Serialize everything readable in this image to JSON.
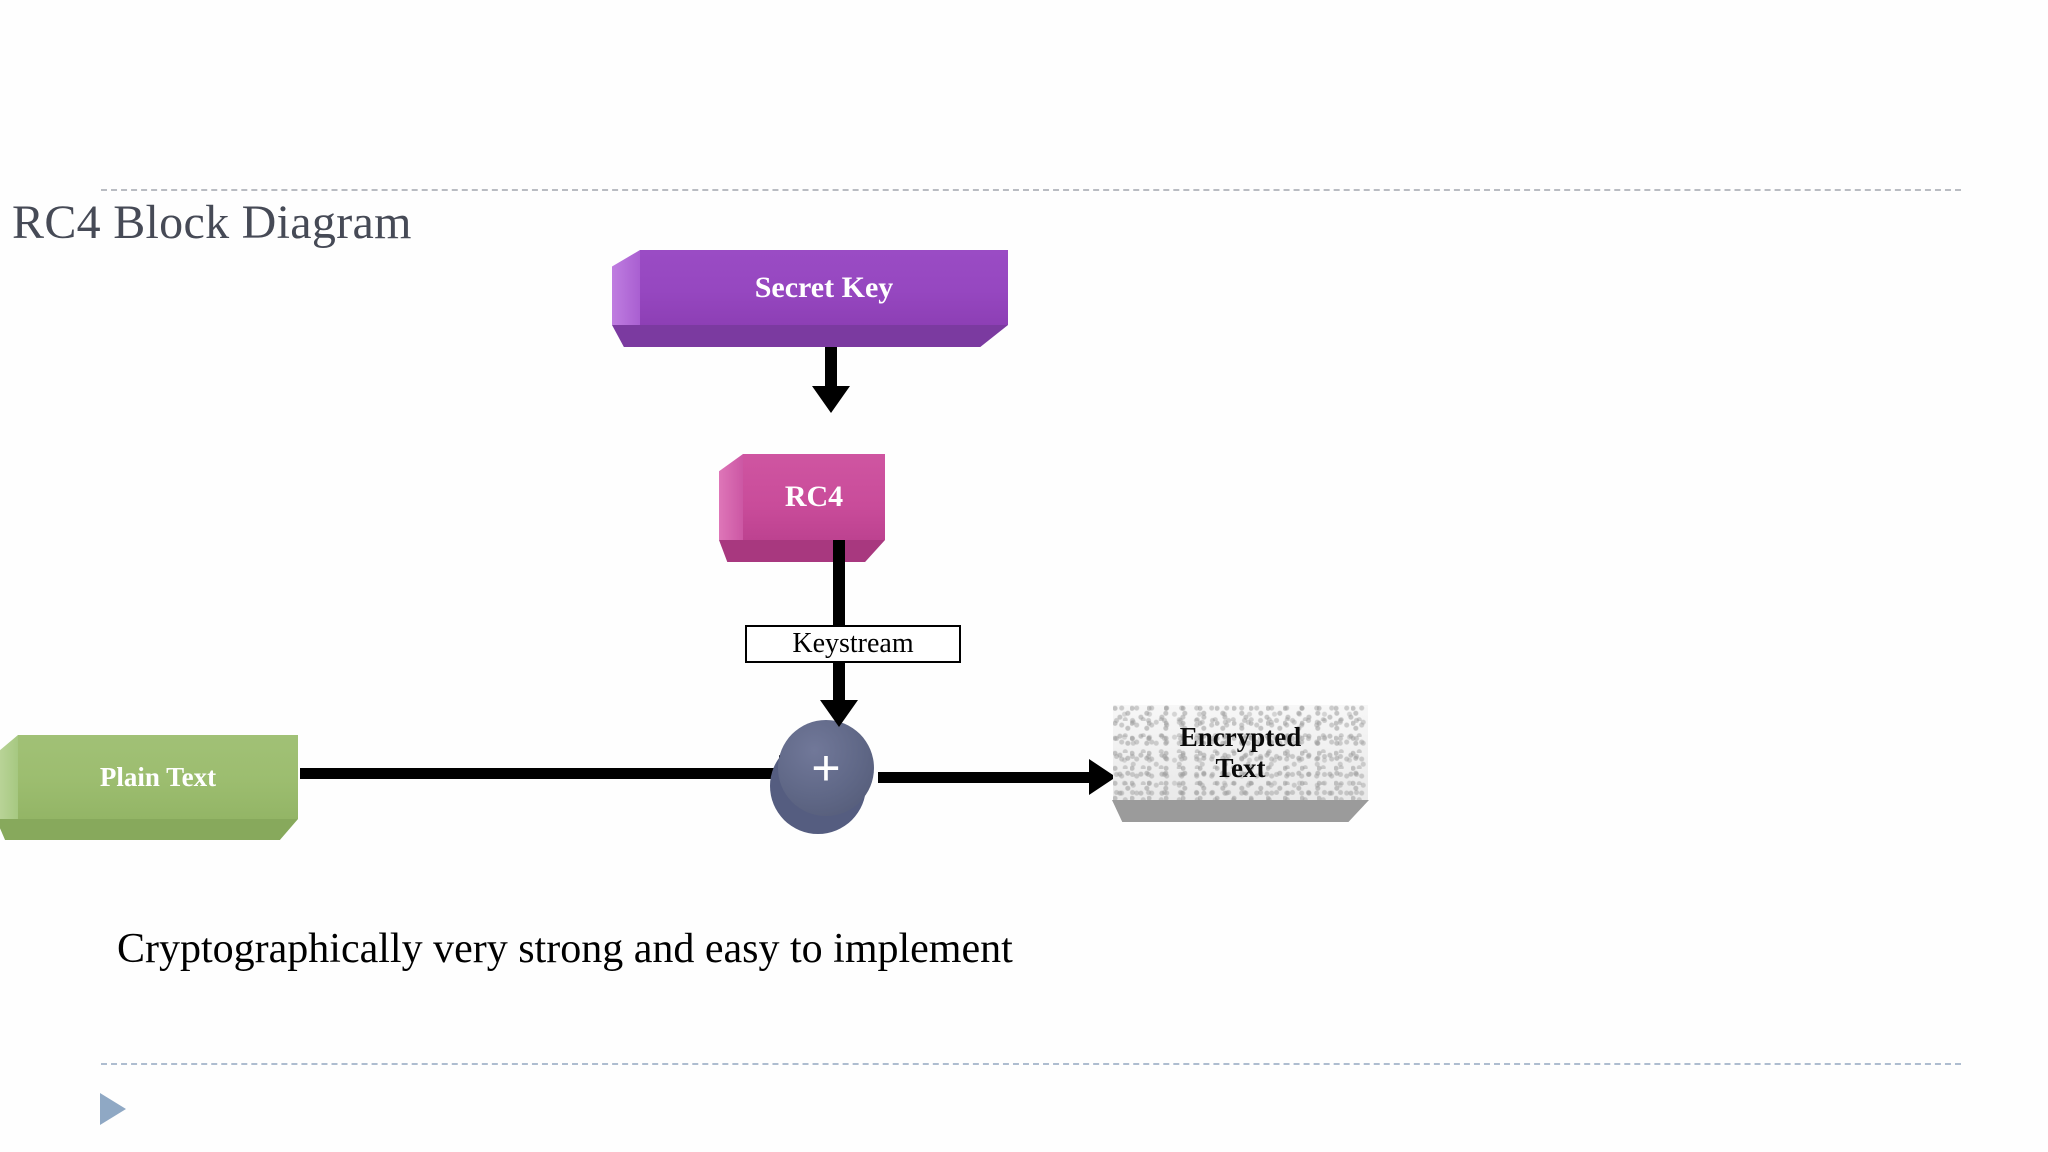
{
  "slide": {
    "title": "RC4 Block Diagram",
    "caption": "Cryptographically very strong and easy to implement"
  },
  "diagram": {
    "type": "block-diagram",
    "nodes": [
      {
        "id": "secret-key",
        "label": "Secret Key",
        "shape": "3d-box",
        "color": "#9647c0",
        "text_color": "#ffffff"
      },
      {
        "id": "rc4",
        "label": "RC4",
        "shape": "3d-box",
        "color": "#c94c9a",
        "text_color": "#ffffff"
      },
      {
        "id": "plain-text",
        "label": "Plain Text",
        "shape": "3d-box",
        "color": "#9cbd6f",
        "text_color": "#ffffff"
      },
      {
        "id": "xor",
        "label": "+",
        "shape": "3d-cylinder",
        "color": "#606887",
        "text_color": "#ffffff"
      },
      {
        "id": "encrypted-text",
        "label_line1": "Encrypted",
        "label_line2": "Text",
        "shape": "3d-box",
        "color": "#efefef",
        "text_color": "#000000"
      }
    ],
    "edges": [
      {
        "from": "secret-key",
        "to": "rc4",
        "label": "",
        "direction": "down"
      },
      {
        "from": "rc4",
        "to": "xor",
        "label": "Keystream",
        "direction": "down"
      },
      {
        "from": "plain-text",
        "to": "xor",
        "label": "",
        "direction": "right"
      },
      {
        "from": "xor",
        "to": "encrypted-text",
        "label": "",
        "direction": "right"
      }
    ],
    "edge_labels": {
      "keystream": "Keystream"
    }
  },
  "decor": {
    "play_marker_color": "#8fa8c4",
    "rule_top_color": "#b9bcc2",
    "rule_bottom_color": "#aebdd0"
  }
}
